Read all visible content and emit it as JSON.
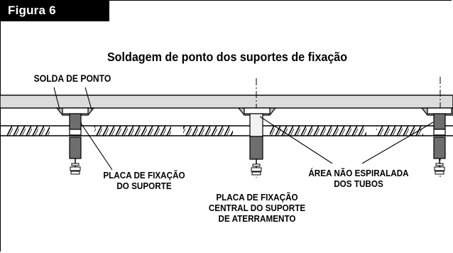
{
  "figure_label": "Figura 6",
  "title": "Soldagem de ponto dos suportes de fixação",
  "labels": {
    "spot_weld": "SOLDA DE PONTO",
    "plate_line1": "PLACA DE FIXAÇÃO",
    "plate_line2": "DO SUPORTE",
    "central_line1": "PLACA DE FIXAÇÃO",
    "central_line2": "CENTRAL DO SUPORTE",
    "central_line3": "DE ATERRAMENTO",
    "area_line1": "ÁREA NÃO ESPIRALADA",
    "area_line2": "DOS TUBOS"
  },
  "colors": {
    "ink": "#000000",
    "rail": "#dcdcdc",
    "weld": "#bdbdbd",
    "clamp": "#6e6e6e",
    "tube": "#ffffff"
  }
}
